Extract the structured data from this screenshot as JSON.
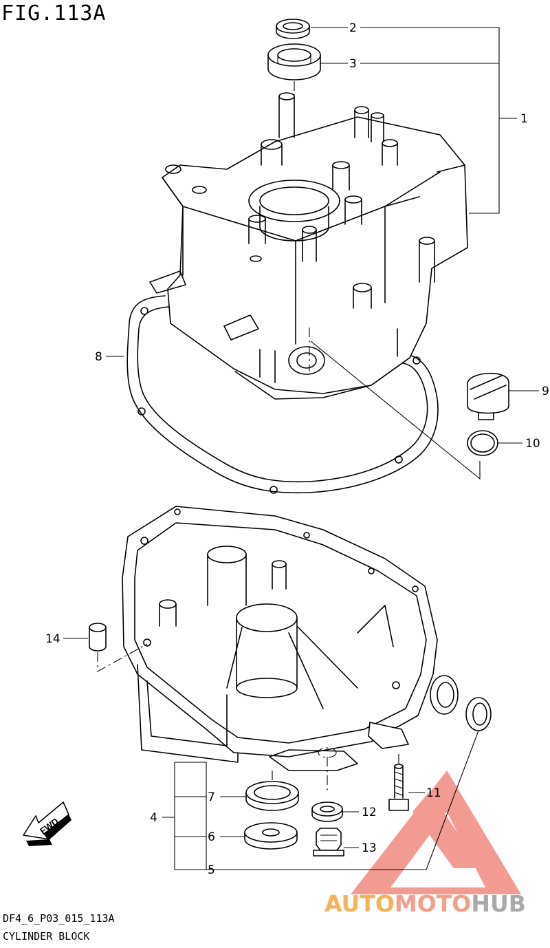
{
  "figure": {
    "title": "FIG.113A",
    "code": "DF4_6_P03_015_113A",
    "name": "CYLINDER BLOCK"
  },
  "callouts": [
    "1",
    "2",
    "3",
    "4",
    "5",
    "6",
    "7",
    "8",
    "9",
    "10",
    "11",
    "12",
    "13",
    "14"
  ],
  "fwd_label": "FWD",
  "watermark": {
    "part1": "AUTO",
    "part2": "MOTO",
    "part3": "HUB",
    "colors": {
      "orange": "#f7b15a",
      "salmon": "#f2a08a",
      "grey": "#a9a9a9",
      "triangle": "#f08a80"
    }
  }
}
